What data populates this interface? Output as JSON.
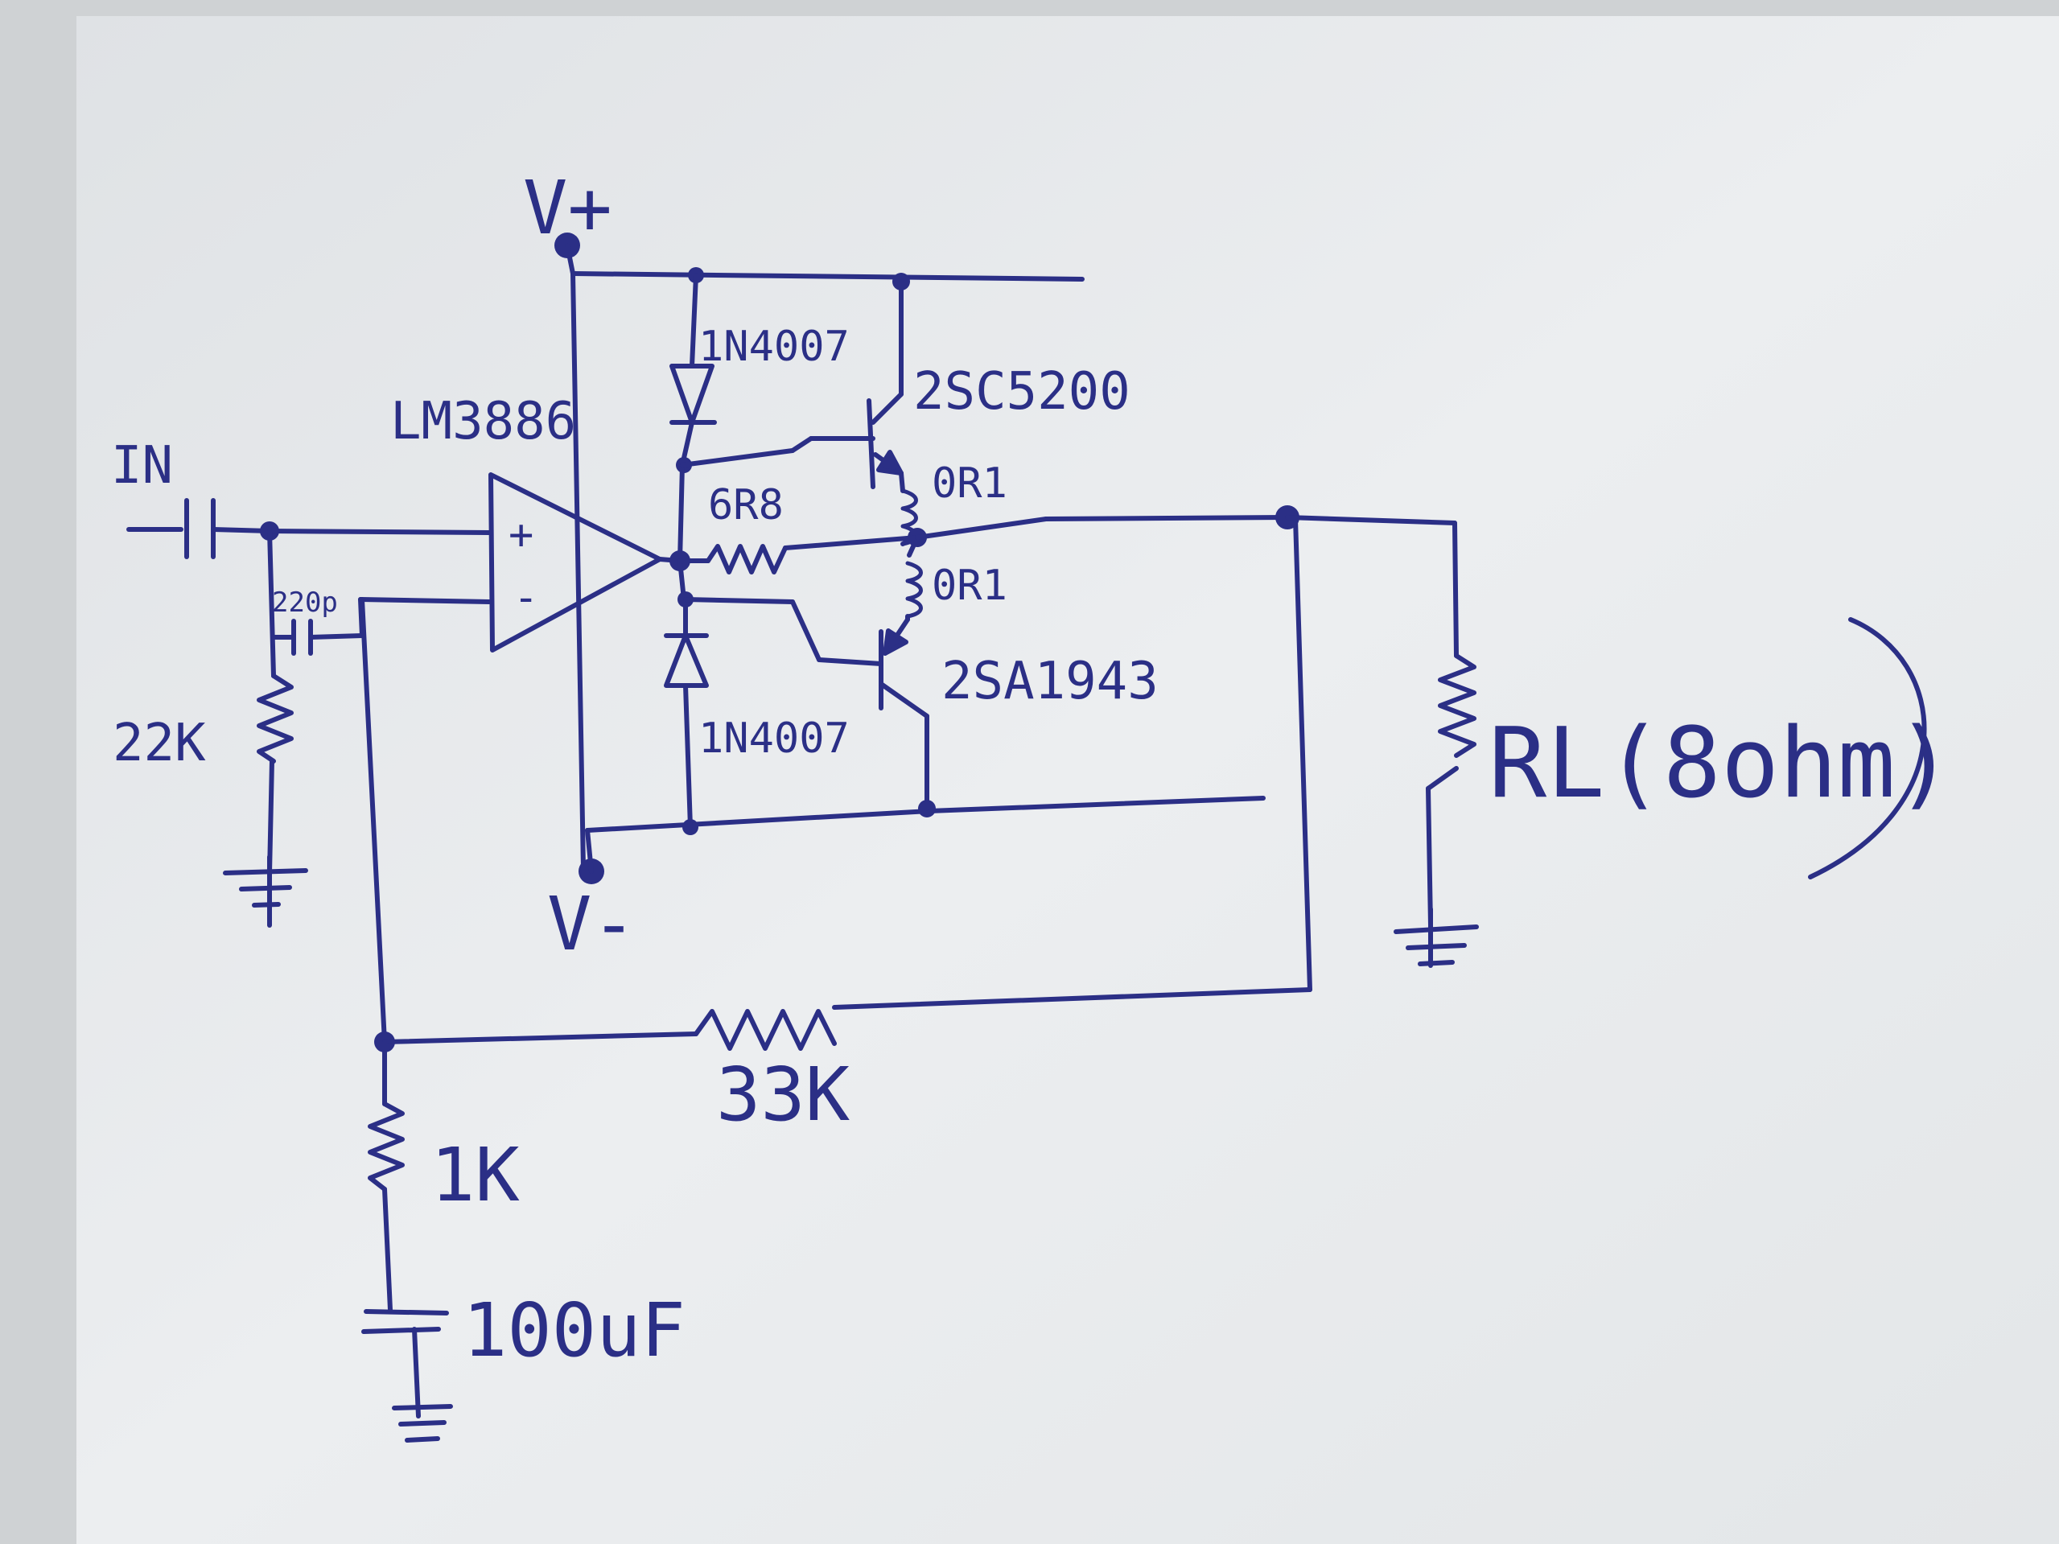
{
  "labels": {
    "input": "IN",
    "vplus": "V+",
    "vminus": "V-",
    "opamp": "LM3886",
    "opamp_plus": "+",
    "opamp_minus": "-",
    "cap_220p": "220p",
    "r_22k": "22K",
    "diode_top": "1N4007",
    "diode_bottom": "1N4007",
    "npn": "2SC5200",
    "pnp": "2SA1943",
    "r_6r8": "6R8",
    "r_emitter_top": "0R1",
    "r_emitter_bottom": "0R1",
    "load": "RL(8ohm)",
    "r_33k": "33K",
    "r_1k": "1K",
    "cap_100uf": "100uF"
  },
  "colors": {
    "ink": "#2b2f86",
    "paper": "#e9ecee"
  }
}
